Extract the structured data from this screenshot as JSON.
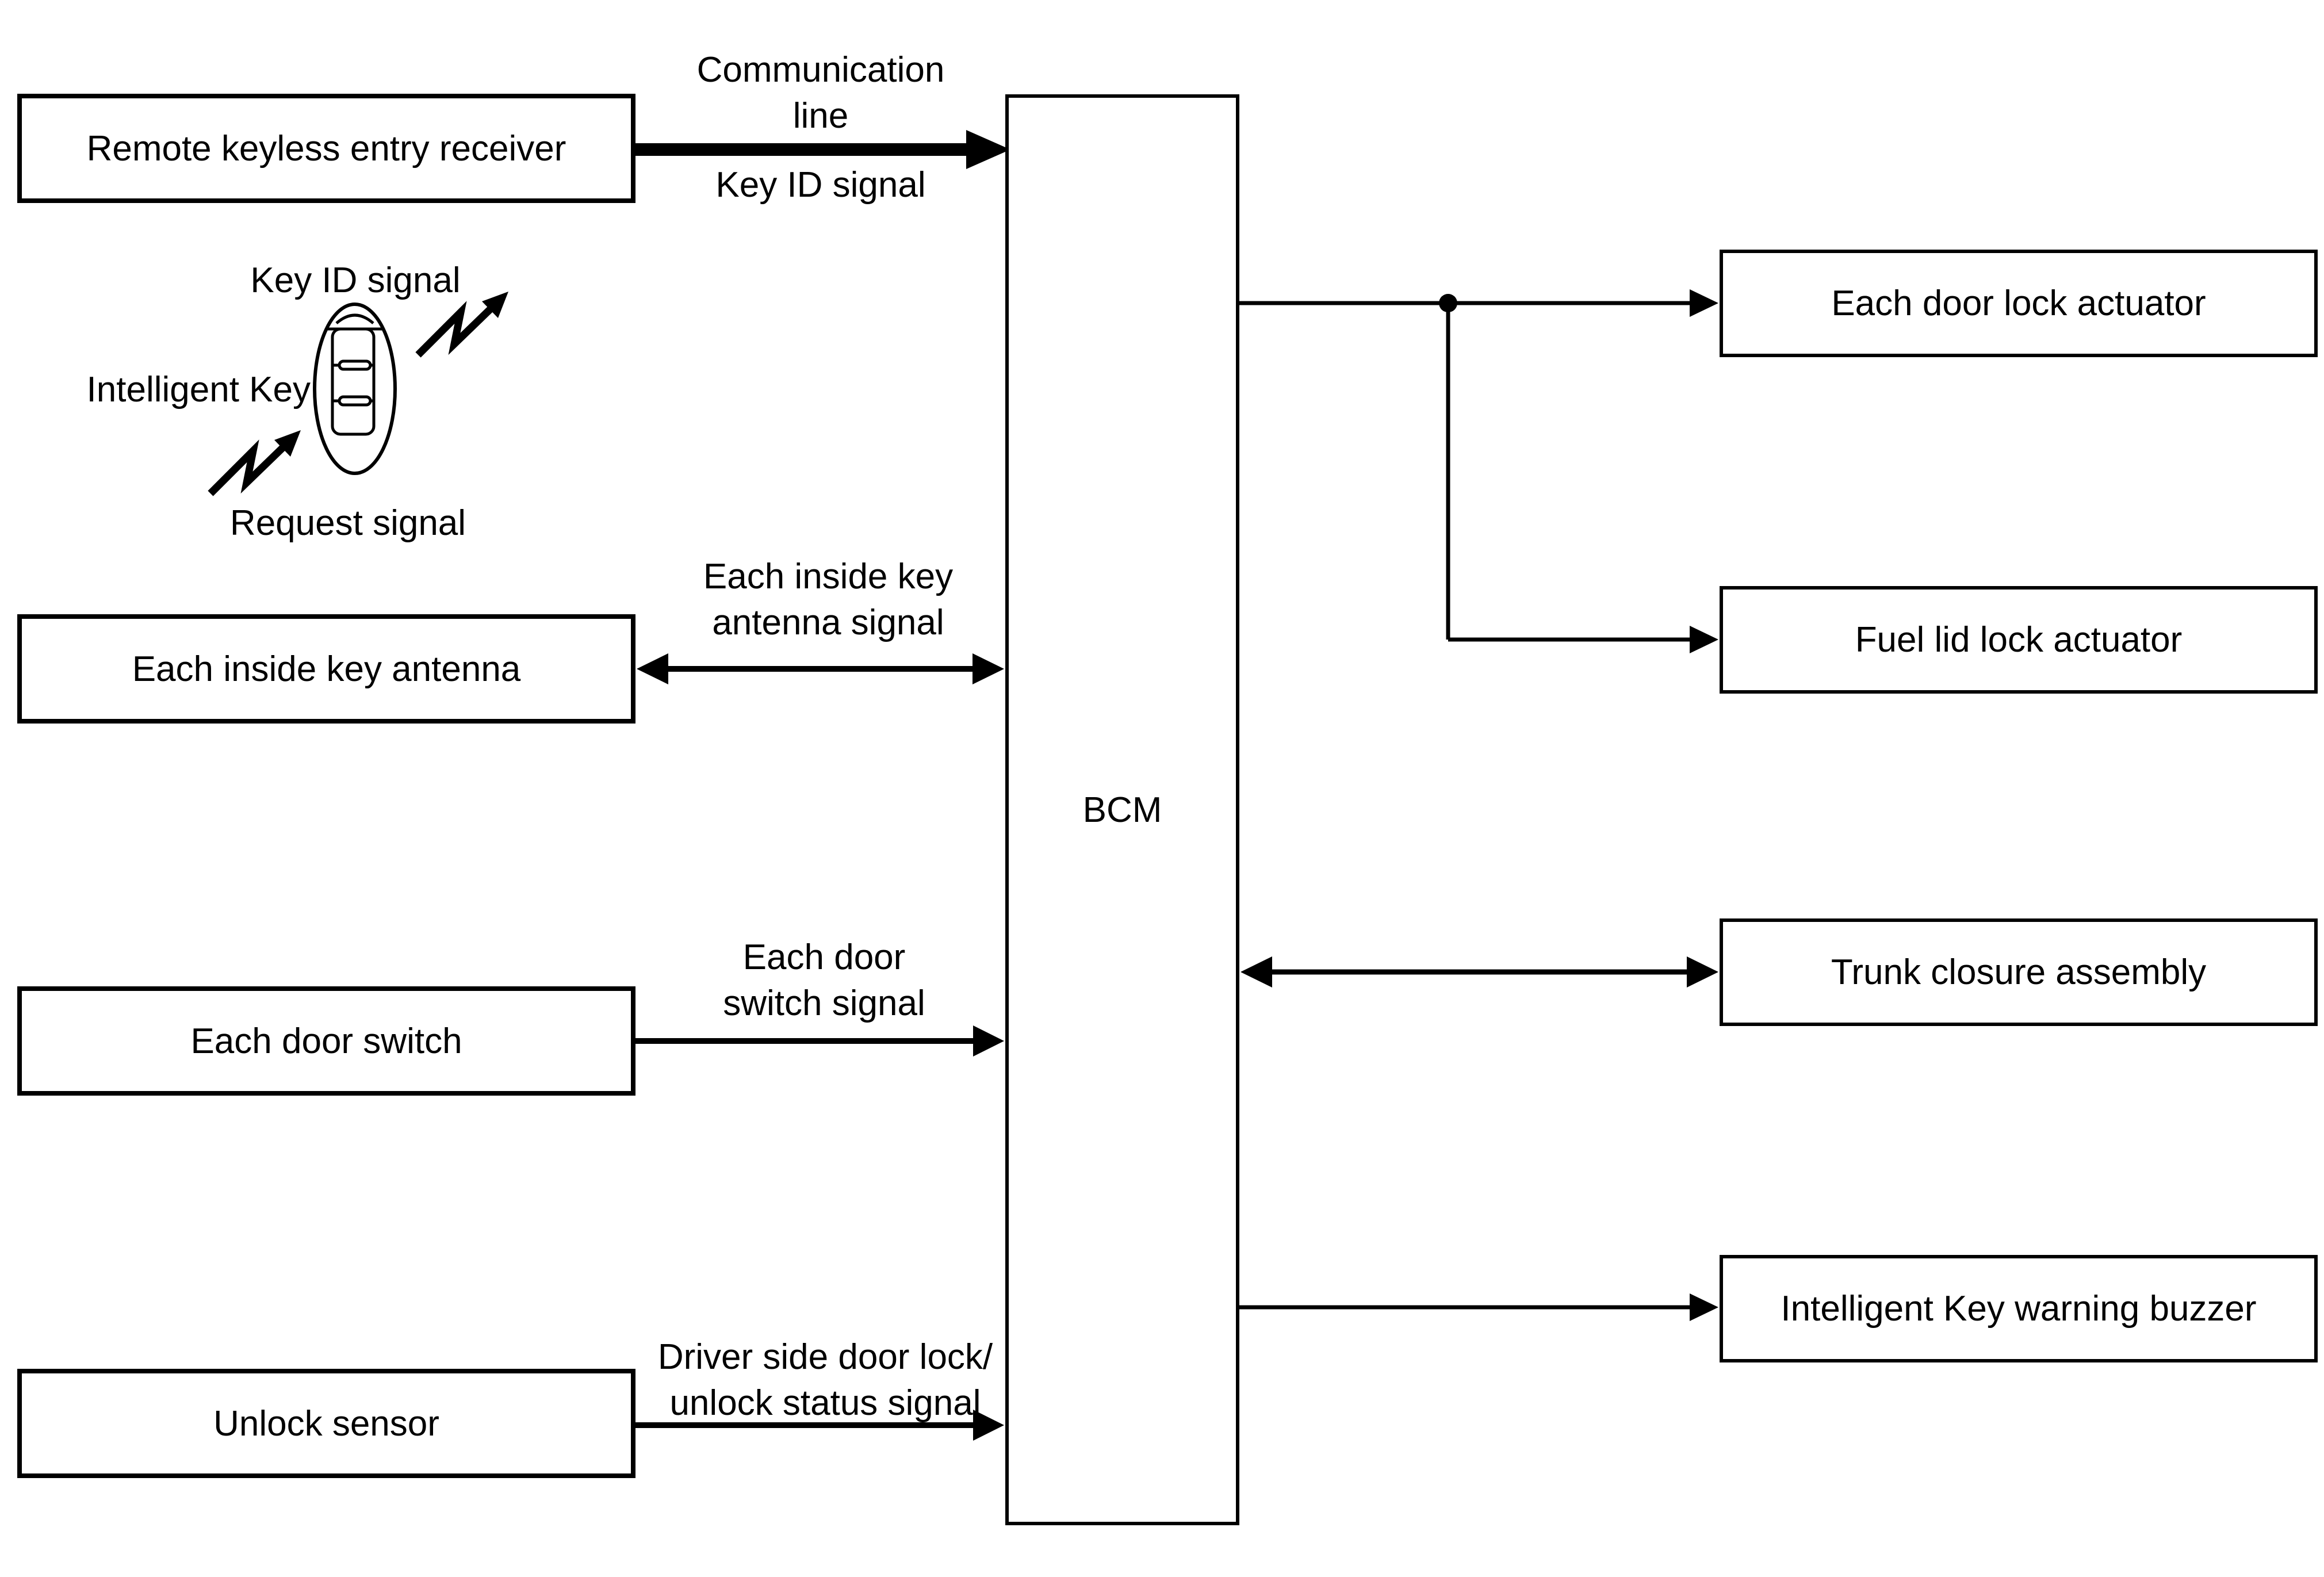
{
  "bcm": {
    "label": "BCM"
  },
  "left_boxes": [
    {
      "label": "Remote keyless entry receiver"
    },
    {
      "label": "Each inside key antenna"
    },
    {
      "label": "Each door switch"
    },
    {
      "label": "Unlock sensor"
    }
  ],
  "right_boxes": [
    {
      "label": "Each door lock actuator"
    },
    {
      "label": "Fuel lid lock actuator"
    },
    {
      "label": "Trunk closure assembly"
    },
    {
      "label": "Intelligent Key warning buzzer"
    }
  ],
  "signal_labels": {
    "communication": {
      "line1": "Communication",
      "line2": "line"
    },
    "key_id": "Key ID signal",
    "inside_key": {
      "line1": "Each inside key",
      "line2": "antenna signal"
    },
    "door_switch": {
      "line1": "Each door",
      "line2": "switch signal"
    },
    "unlock": {
      "line1": "Driver side door lock/",
      "line2": "unlock status signal"
    }
  },
  "key_graphic": {
    "key_id_label": "Key ID signal",
    "name_label": "Intelligent Key",
    "request_label": "Request signal"
  },
  "colors": {
    "line": "#000000",
    "background": "#ffffff"
  }
}
